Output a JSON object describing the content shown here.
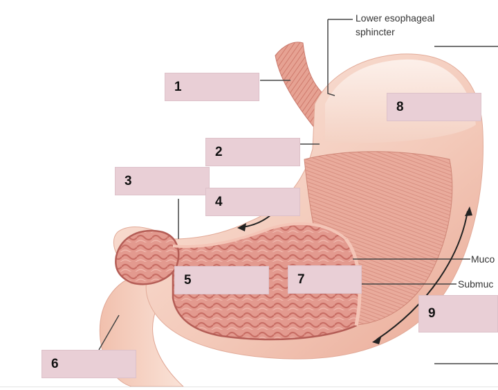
{
  "diagram": {
    "labels": [
      {
        "id": "1",
        "number": "1"
      },
      {
        "id": "2",
        "number": "2"
      },
      {
        "id": "3",
        "number": "3"
      },
      {
        "id": "4",
        "number": "4"
      },
      {
        "id": "5",
        "number": "5"
      },
      {
        "id": "6",
        "number": "6"
      },
      {
        "id": "7",
        "number": "7"
      },
      {
        "id": "8",
        "number": "8"
      },
      {
        "id": "9",
        "number": "9"
      }
    ],
    "captions": {
      "les_line1": "Lower esophageal",
      "les_line2": "sphincter",
      "mucosa_partial": "Muco",
      "submucosa_partial": "Submuc"
    }
  },
  "colors": {
    "label_fill": "#e9cfd6",
    "tissue_base": "#f2c8b8",
    "muscle": "#e3958a",
    "mucosa": "#d97b74",
    "leader_line": "#444444"
  }
}
